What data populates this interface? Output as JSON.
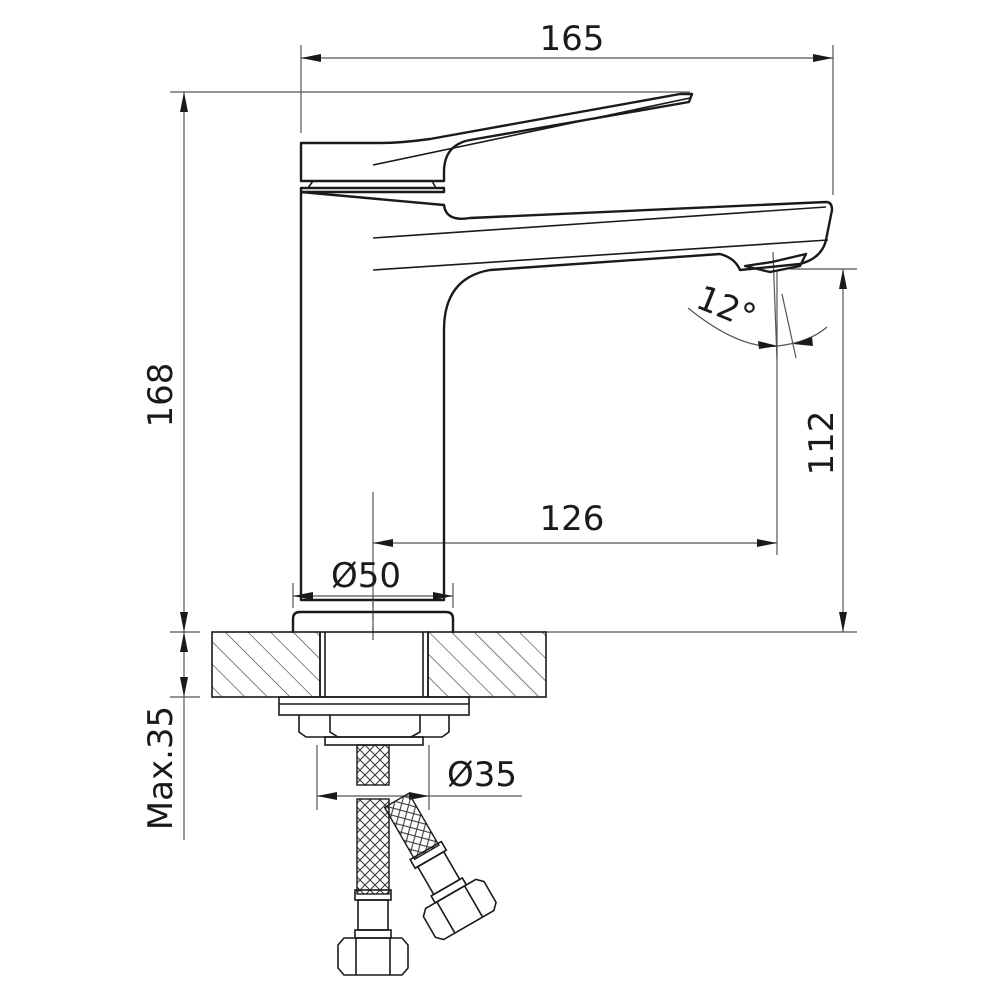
{
  "drawing": {
    "subject": "Single-lever basin faucet technical drawing",
    "colors": {
      "line": "#1a1a1a",
      "dimension_line": "#555555",
      "background": "#ffffff"
    },
    "dimensions": {
      "total_width": "165",
      "total_height": "168",
      "spout_height": "112",
      "spout_reach": "126",
      "spout_angle": "12°",
      "body_diameter": "Ø50",
      "shank_diameter": "Ø35",
      "max_counter_thickness": "Max.35"
    }
  }
}
